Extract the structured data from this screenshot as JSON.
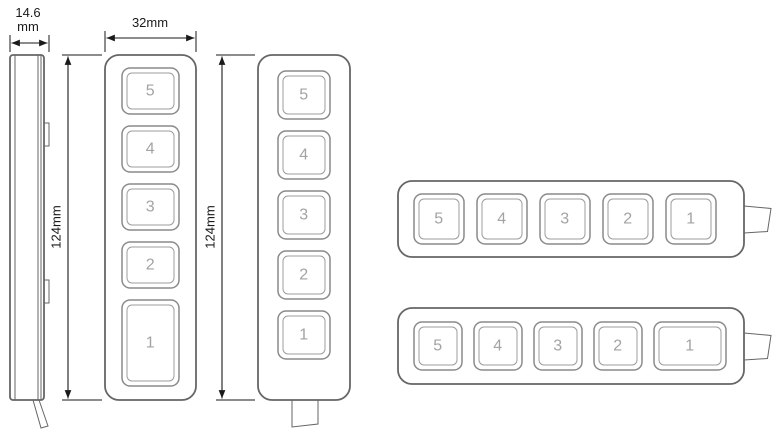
{
  "dimensions": {
    "side_width_line1": "14.6",
    "side_width_line2": "mm",
    "front_width": "32mm",
    "height_left": "124mm",
    "height_right": "124mm"
  },
  "views": {
    "front_tall": {
      "buttons": [
        "5",
        "4",
        "3",
        "2",
        "1"
      ]
    },
    "front_equal": {
      "buttons": [
        "5",
        "4",
        "3",
        "2",
        "1"
      ]
    },
    "horizontal_equal": {
      "buttons": [
        "5",
        "4",
        "3",
        "2",
        "1"
      ]
    },
    "horizontal_wide": {
      "buttons": [
        "5",
        "4",
        "3",
        "2",
        "1"
      ]
    }
  },
  "colors": {
    "dim": "#1a1a1a",
    "body": "#666666",
    "button": "#8a8a8a",
    "button-inner": "#9d9d9d",
    "label": "#a3a3a3",
    "bg": "#ffffff"
  }
}
